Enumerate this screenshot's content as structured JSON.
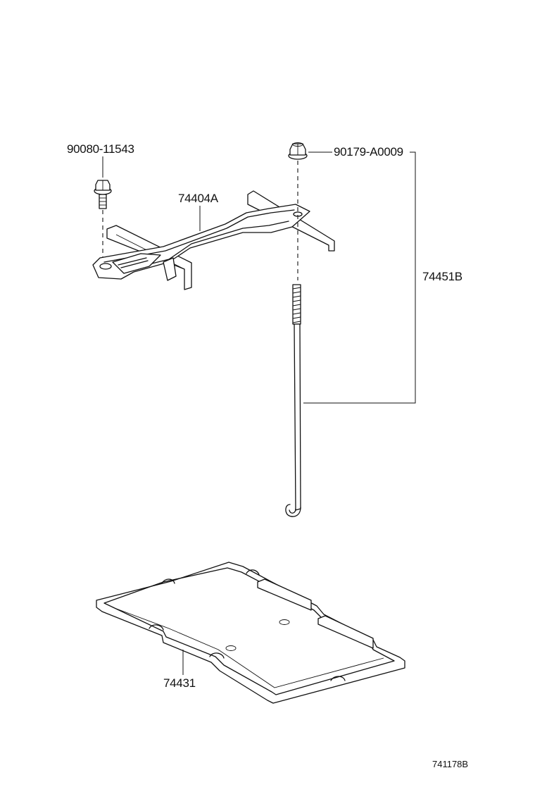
{
  "diagram": {
    "figure_id": "741178B",
    "parts": [
      {
        "id": "bolt",
        "number": "90080-11543"
      },
      {
        "id": "clamp",
        "number": "74404A"
      },
      {
        "id": "nut",
        "number": "90179-A0009"
      },
      {
        "id": "rod-set",
        "number": "74451B"
      },
      {
        "id": "tray",
        "number": "74431"
      }
    ]
  }
}
